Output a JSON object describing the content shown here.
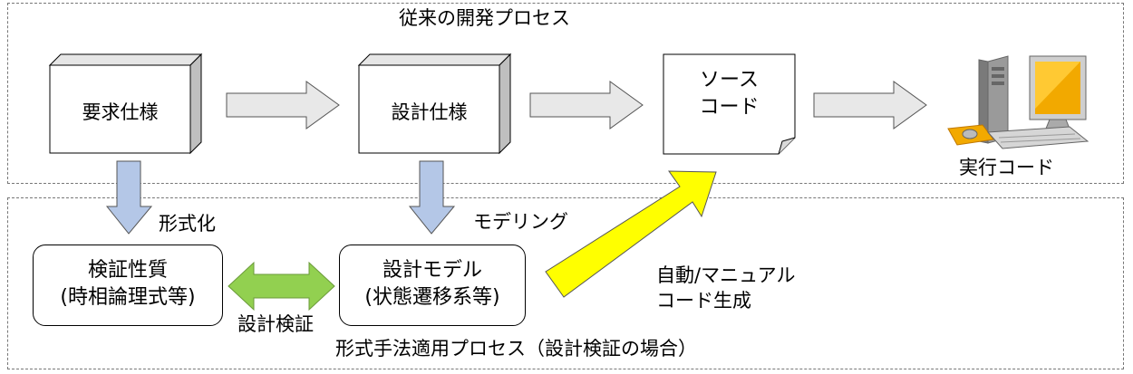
{
  "conventional": {
    "title": "従来の開発プロセス",
    "requirements": "要求仕様",
    "design_spec": "設計仕様",
    "source_code_line1": "ソース",
    "source_code_line2": "コード",
    "executable": "実行コード"
  },
  "formal": {
    "title": "形式手法適用プロセス（設計検証の場合）",
    "formalization": "形式化",
    "modeling": "モデリング",
    "properties_line1": "検証性質",
    "properties_line2": "(時相論理式等)",
    "design_model_line1": "設計モデル",
    "design_model_line2": "(状態遷移系等)",
    "verification": "設計検証",
    "codegen_line1": "自動/マニュアル",
    "codegen_line2": "コード生成"
  },
  "colors": {
    "gray_arrow": "#e8e8e8",
    "blue_arrow": "#b4c7e7",
    "green_arrow": "#92d050",
    "yellow_arrow": "#ffff00"
  }
}
